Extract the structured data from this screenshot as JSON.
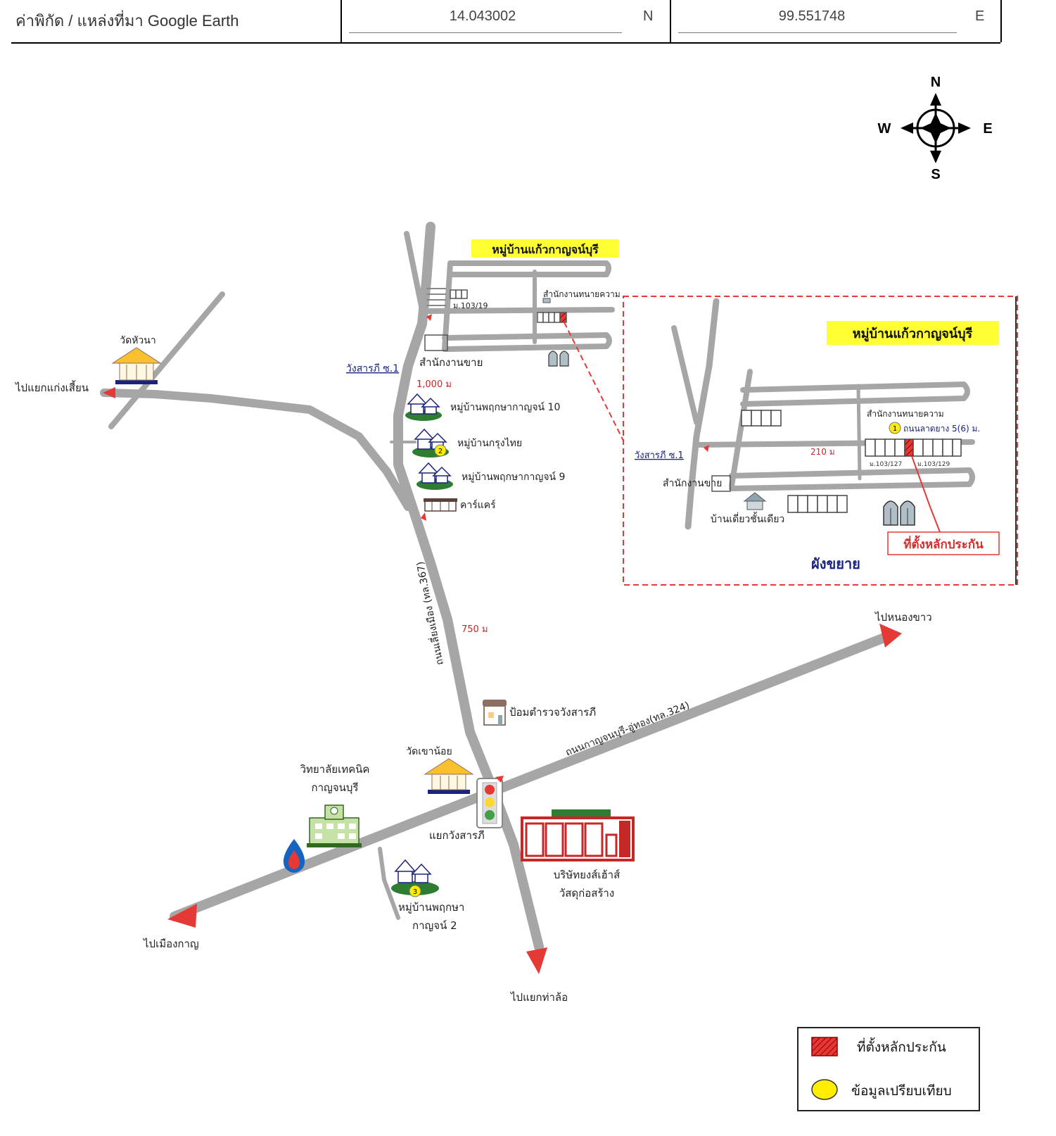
{
  "coordinates": {
    "label": "ค่าพิกัด / แหล่งที่มา Google Earth",
    "latitude": "14.043002",
    "lat_dir": "N",
    "longitude": "99.551748",
    "lon_dir": "E"
  },
  "compass": {
    "n": "N",
    "s": "S",
    "e": "E",
    "w": "W"
  },
  "main_map": {
    "village_title": "หมู่บ้านแก้วกาญจน์บุรี",
    "lawyer_office": "สำนักงานทนายความ",
    "lot_103_19": "ม.103/19",
    "sales_office": "สำนักงานขาย",
    "soi_1": "วังสารภี ซ.1",
    "wat_hua_na": "วัดหัวนา",
    "to_kaeng_sian": "ไปแยกแก่งเสี้ยน",
    "dist_1000": "1,000 ม",
    "village_pruksa_10": "หมู่บ้านพฤกษากาญจน์ 10",
    "village_krung_thai": "หมู่บ้านกรุงไทย",
    "village_pruksa_9": "หมู่บ้านพฤกษากาญจน์ 9",
    "car_care": "คาร์แคร์",
    "road_367": "ถนนเลี่ยงเมือง (ทล.367)",
    "dist_750": "750 ม",
    "to_nong_khao": "ไปหนองขาว",
    "police_box": "ป้อมตำรวจวังสารภี",
    "road_324": "ถนนกาญจนบุรี-อู่ทอง(ทล.324)",
    "wat_khao_noi": "วัดเขาน้อย",
    "tech_college_1": "วิทยาลัยเทคนิค",
    "tech_college_2": "กาญจนบุรี",
    "intersection": "แยกวังสารภี",
    "village_pruksa_2_1": "หมู่บ้านพฤกษา",
    "village_pruksa_2_2": "กาญจน์ 2",
    "company_1": "บริษัทยงส์เฮ้าส์",
    "company_2": "วัสดุก่อสร้าง",
    "to_mueang": "ไปเมืองกาญ",
    "to_tha_lo": "ไปแยกท่าล้อ",
    "marker_2": "2",
    "marker_3": "3"
  },
  "inset": {
    "title": "หมู่บ้านแก้วกาญจน์บุรี",
    "lawyer_office": "สำนักงานทนายความ",
    "road_info": "ถนนลาดยาง 5(6) ม.",
    "marker_1": "1",
    "soi_1": "วังสารภี ซ.1",
    "dist_210": "210 ม",
    "lot_103_127": "ม.103/127",
    "lot_103_129": "ม.103/129",
    "sales_office": "สำนักงานขาย",
    "single_house": "บ้านเดี่ยวชั้นเดียว",
    "collateral_label": "ที่ตั้งหลักประกัน",
    "caption": "ผังขยาย"
  },
  "legend": {
    "collateral": "ที่ตั้งหลักประกัน",
    "comparable": "ข้อมูลเปรียบเทียบ"
  },
  "colors": {
    "road": "#a6a6a6",
    "arrow": "#e53935",
    "title_bg": "#ffff33",
    "accent_red": "#d32f2f",
    "marker": "#ffee00",
    "label_blue": "#1a237e"
  }
}
